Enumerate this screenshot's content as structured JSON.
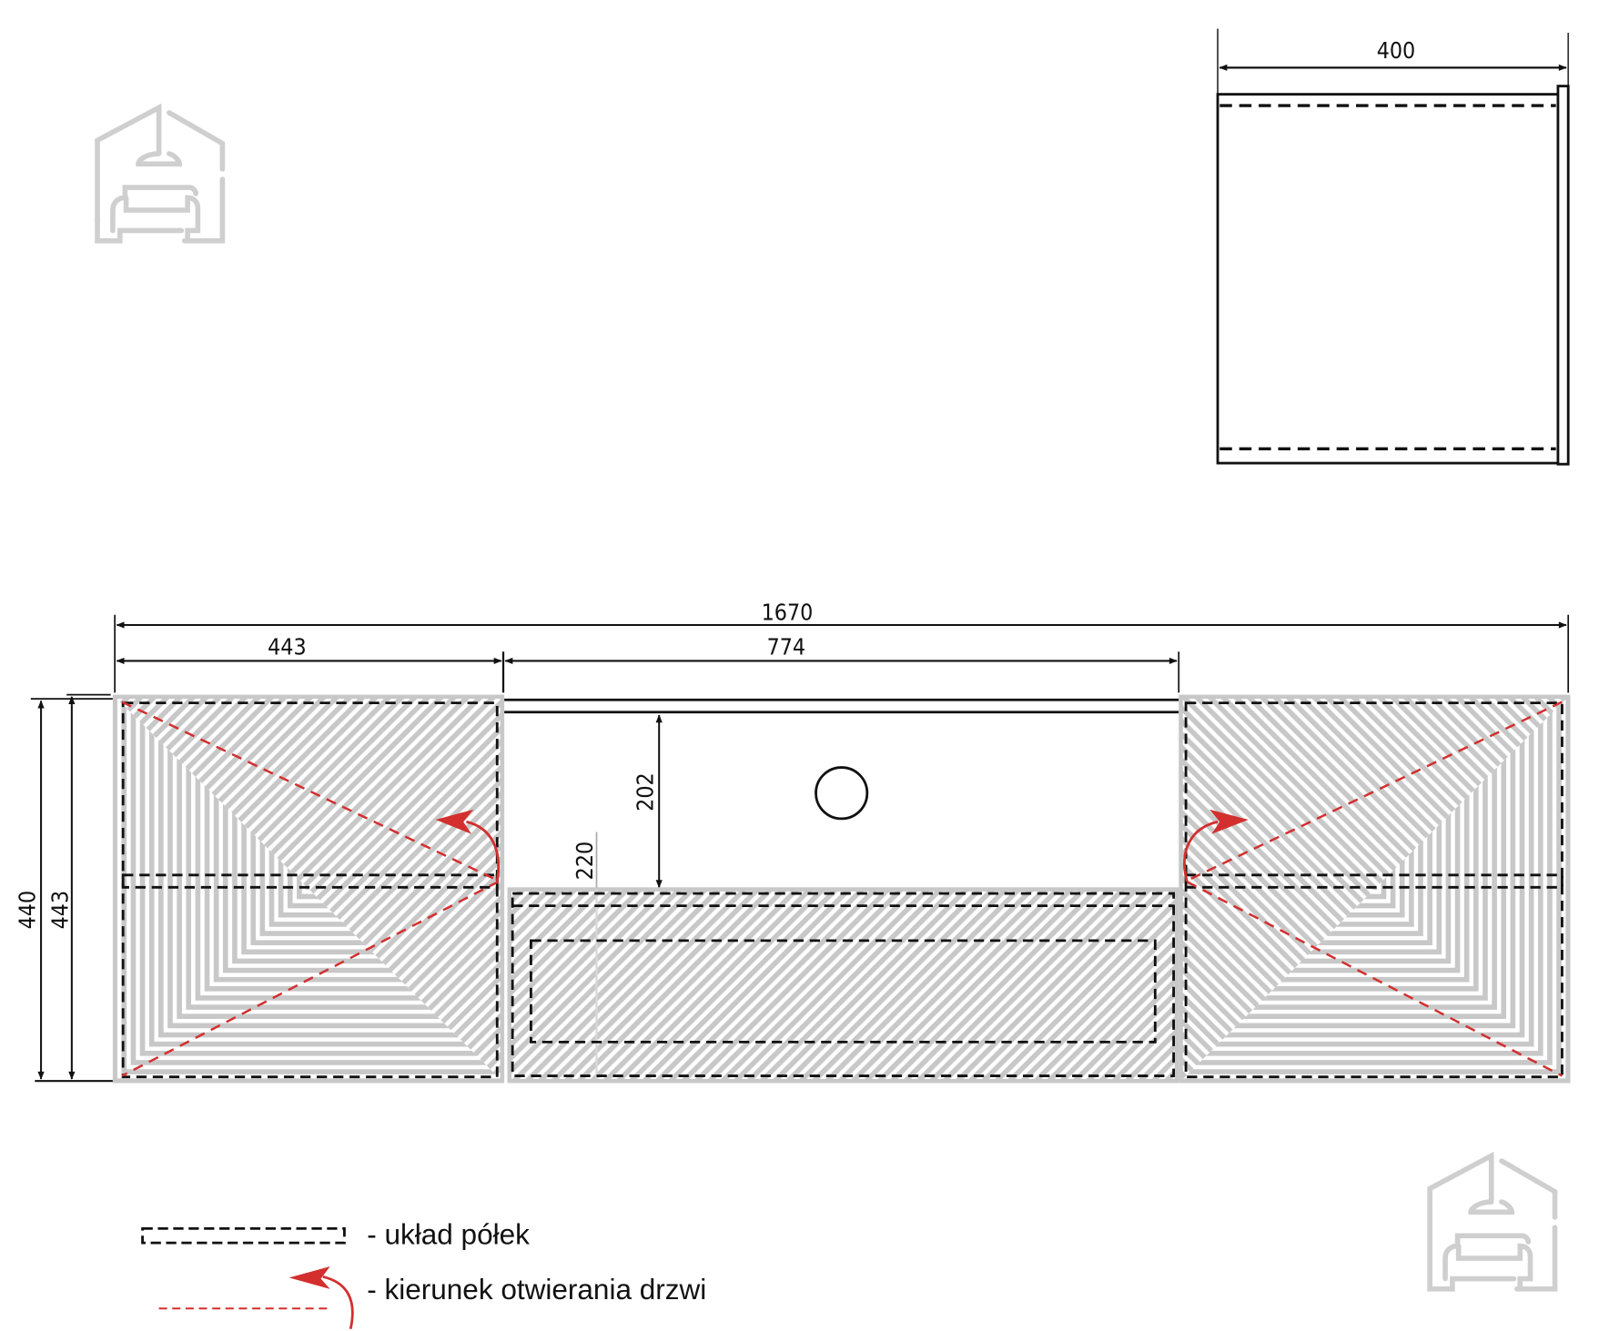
{
  "dimensions": {
    "total_width": "1670",
    "left_cabinet_width": "443",
    "middle_width": "774",
    "height_inner": "440",
    "height_outer": "443",
    "open_shelf_height": "202",
    "drawer_height": "220",
    "depth": "400"
  },
  "legend": {
    "shelf_layout": "- układ półek",
    "door_direction": "- kierunek otwierania drzwi"
  },
  "colors": {
    "line": "#111111",
    "stripe": "#c8c8c8",
    "door_arrow": "#d32f2f",
    "logo": "#cfcfcf"
  }
}
